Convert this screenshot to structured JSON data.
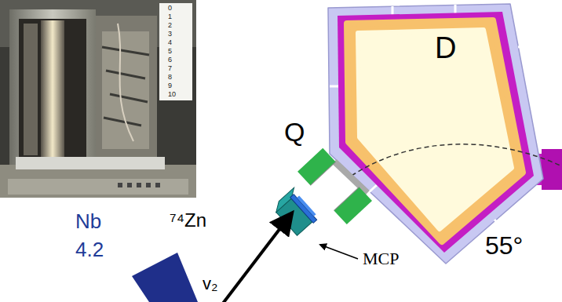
{
  "diagram": {
    "nodes": [
      {
        "text": [
          "D"
        ]
      }
    ],
    "labels": [
      "0",
      "1",
      "2",
      "3",
      "4",
      "5",
      "6",
      "7",
      "8",
      "9",
      "10",
      "Nb",
      "4.2",
      "⁷⁴Zn",
      "v₂",
      "Q",
      "MCP",
      "55°"
    ]
  }
}
